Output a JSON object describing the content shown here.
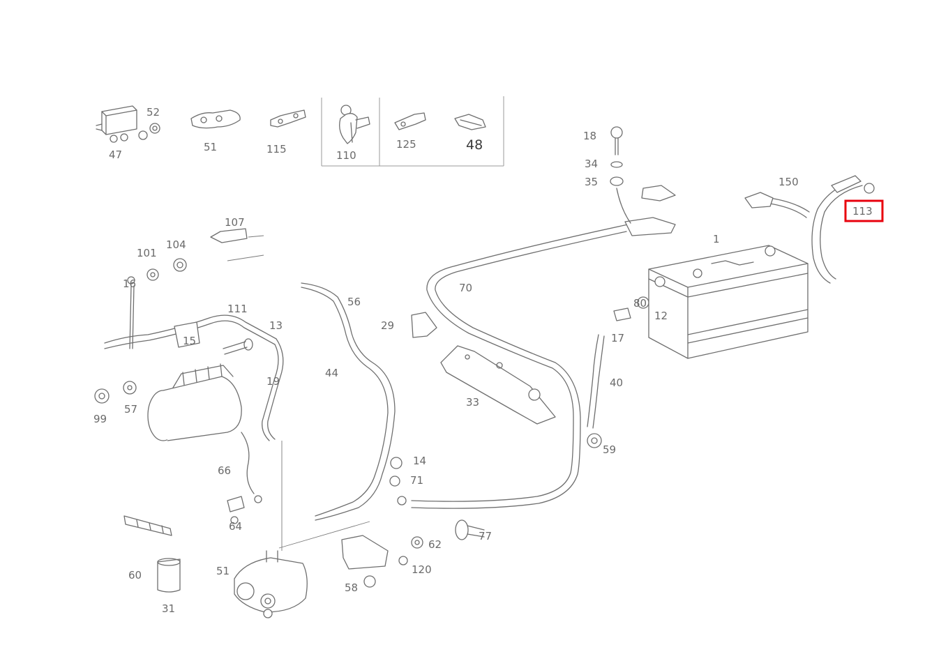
{
  "highlight_color": "#e8000d",
  "line_color": "#6e6e6e",
  "highlighted_callout": "113",
  "inset_labels": {
    "a": "47",
    "b": "52",
    "c": "51",
    "d": "115",
    "e": "110",
    "f": "125",
    "g": "48"
  },
  "callouts": {
    "c101": "101",
    "c104": "104",
    "c107": "107",
    "c16": "16",
    "c111": "111",
    "c15": "15",
    "c13": "13",
    "c19": "19",
    "c70": "70",
    "c44": "44",
    "c29": "29",
    "c56": "56",
    "c99": "99",
    "c57": "57",
    "c33": "33",
    "c66": "66",
    "c60": "60",
    "c51": "51",
    "c31": "31",
    "c64": "64",
    "c71": "71",
    "c77": "77",
    "c62": "62",
    "c120": "120",
    "c58": "58",
    "c14": "14",
    "c17": "17",
    "c40": "40",
    "c59": "59",
    "c80": "80",
    "c12": "12",
    "c34": "34",
    "c35": "35",
    "c18": "18",
    "c150": "150",
    "c1": "1",
    "c113": "113"
  }
}
